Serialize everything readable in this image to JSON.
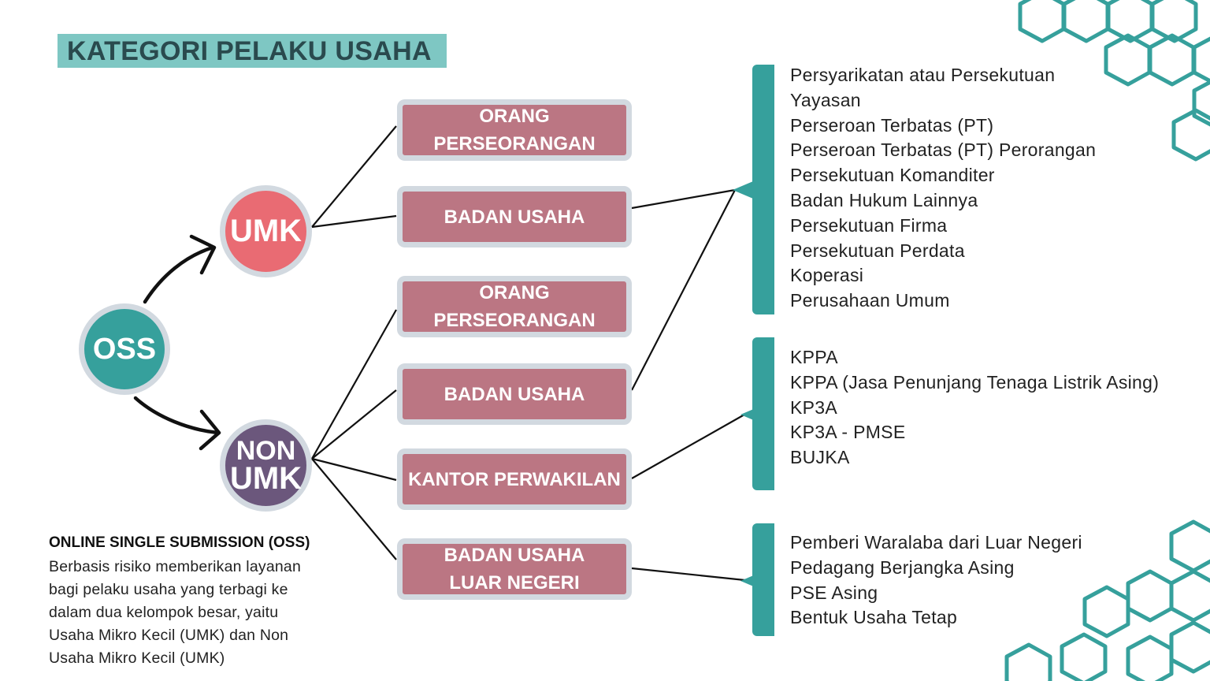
{
  "title": "KATEGORI PELAKU USAHA",
  "nodes": {
    "oss": "OSS",
    "umk": "UMK",
    "nonumk_line1": "NON",
    "nonumk_line2": "UMK"
  },
  "umk_boxes": [
    {
      "line1": "ORANG",
      "line2": "PERSEORANGAN"
    },
    {
      "line1": "BADAN USAHA"
    }
  ],
  "nonumk_boxes": [
    {
      "line1": "ORANG",
      "line2": "PERSEORANGAN"
    },
    {
      "line1": "BADAN USAHA"
    },
    {
      "line1": "KANTOR PERWAKILAN"
    },
    {
      "line1": "BADAN USAHA",
      "line2": "LUAR NEGERI"
    }
  ],
  "lists": {
    "badan_usaha": [
      "Persyarikatan atau Persekutuan",
      "Yayasan",
      "Perseroan Terbatas (PT)",
      "Perseroan Terbatas (PT) Perorangan",
      "Persekutuan Komanditer",
      "Badan Hukum Lainnya",
      "Persekutuan Firma",
      "Persekutuan Perdata",
      "Koperasi",
      "Perusahaan Umum"
    ],
    "kantor_perwakilan": [
      "KPPA",
      "KPPA (Jasa Penunjang Tenaga Listrik Asing)",
      "KP3A",
      "KP3A - PMSE",
      "BUJKA"
    ],
    "luar_negeri": [
      "Pemberi Waralaba dari Luar Negeri",
      "Pedagang Berjangka Asing",
      "PSE Asing",
      "Bentuk Usaha Tetap"
    ]
  },
  "note": {
    "heading": "ONLINE SINGLE SUBMISSION (OSS)",
    "lines": [
      "Berbasis risiko memberikan layanan",
      "bagi pelaku usaha yang terbagi ke",
      "dalam dua kelompok besar, yaitu",
      "Usaha Mikro Kecil (UMK) dan Non",
      "Usaha Mikro Kecil (UMK)"
    ]
  },
  "colors": {
    "teal": "#36a09c",
    "title_bg": "#7ec7c3",
    "umk": "#e96b73",
    "nonumk": "#6b577c",
    "box": "#bb7683",
    "ring": "#d2d9e0"
  }
}
